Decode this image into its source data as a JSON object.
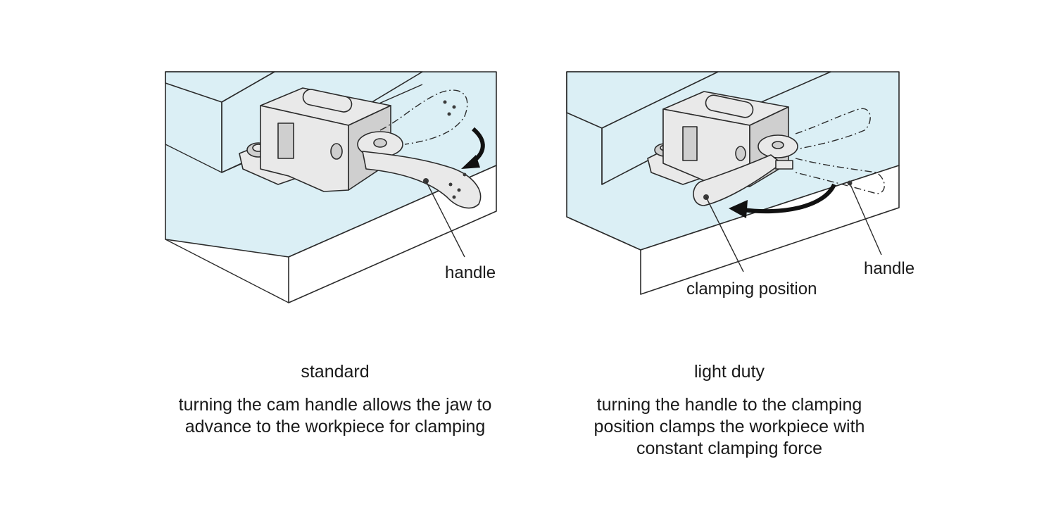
{
  "panels": {
    "standard": {
      "title": "standard",
      "callout": "handle",
      "description_lines": [
        "turning the cam handle allows the jaw to",
        "advance to the workpiece for clamping"
      ]
    },
    "light_duty": {
      "title": "light duty",
      "callouts": {
        "handle": "handle",
        "clamping_position": "clamping position"
      },
      "description_lines": [
        "turning the handle to the clamping",
        "position clamps the workpiece with",
        "constant clamping force"
      ]
    }
  },
  "colors": {
    "base_fill": "#dbeff5",
    "part_fill": "#e9e9e9",
    "outline": "#2b2b2b",
    "arrow": "#111111"
  }
}
